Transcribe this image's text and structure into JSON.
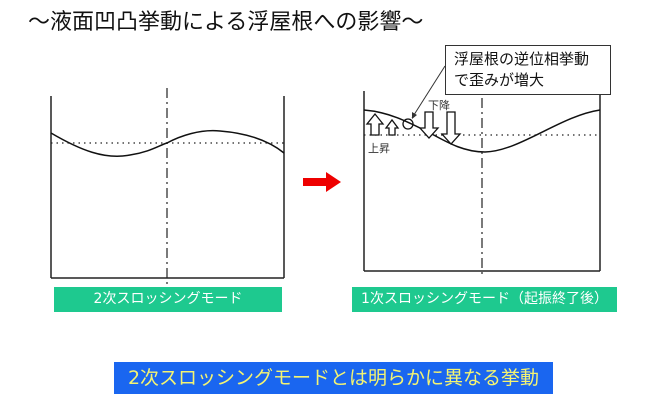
{
  "title": "～液面凹凸挙動による浮屋根への影響～",
  "colors": {
    "label_bg": "#1ec98f",
    "label_text": "#ffffff",
    "banner_bg": "#1a66f0",
    "banner_text": "#f4f472",
    "arrow": "#ee0000",
    "line": "#111111"
  },
  "left_panel": {
    "mode_label": "2次スロッシングモード",
    "icon": "tank-2nd-mode-wave"
  },
  "transition_icon": "right-arrow-icon",
  "right_panel": {
    "mode_label": "1次スロッシングモード（起振終了後）",
    "callout": {
      "line1": "浮屋根の逆位相挙動",
      "line2": "で歪みが増大"
    },
    "rise_label": "上昇",
    "fall_label": "下降",
    "icon": "tank-1st-mode-wave"
  },
  "banner": {
    "text": "2次スロッシングモードとは明らかに異なる挙動"
  }
}
